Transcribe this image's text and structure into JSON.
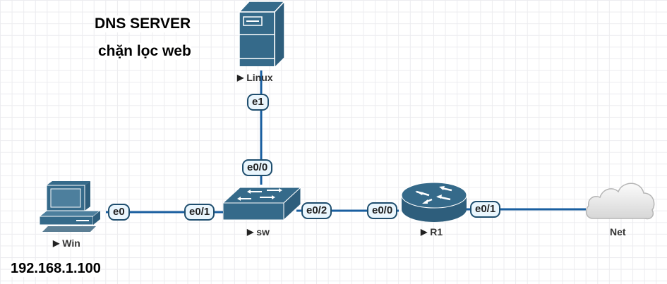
{
  "annotations": {
    "title": "DNS SERVER",
    "subtitle": "chặn lọc web",
    "ip": "192.168.1.100"
  },
  "nodes": {
    "linux": {
      "label": "Linux",
      "icon": "server-icon"
    },
    "win": {
      "label": "Win",
      "icon": "desktop-computer-icon"
    },
    "sw": {
      "label": "sw",
      "icon": "switch-icon"
    },
    "r1": {
      "label": "R1",
      "icon": "router-icon"
    },
    "net": {
      "label": "Net",
      "icon": "cloud-icon"
    }
  },
  "links": [
    {
      "from": "linux",
      "from_port": "e1",
      "to": "sw",
      "to_port": "e0/0"
    },
    {
      "from": "win",
      "from_port": "e0",
      "to": "sw",
      "to_port": "e0/1"
    },
    {
      "from": "sw",
      "from_port": "e0/2",
      "to": "r1",
      "to_port": "e0/0"
    },
    {
      "from": "r1",
      "from_port": "e0/1",
      "to": "net",
      "to_port": ""
    }
  ],
  "colors": {
    "device": "#356a8a",
    "link": "#1a5fa0",
    "port_bg": "#eaf6fd",
    "port_border": "#1f4e6e"
  }
}
